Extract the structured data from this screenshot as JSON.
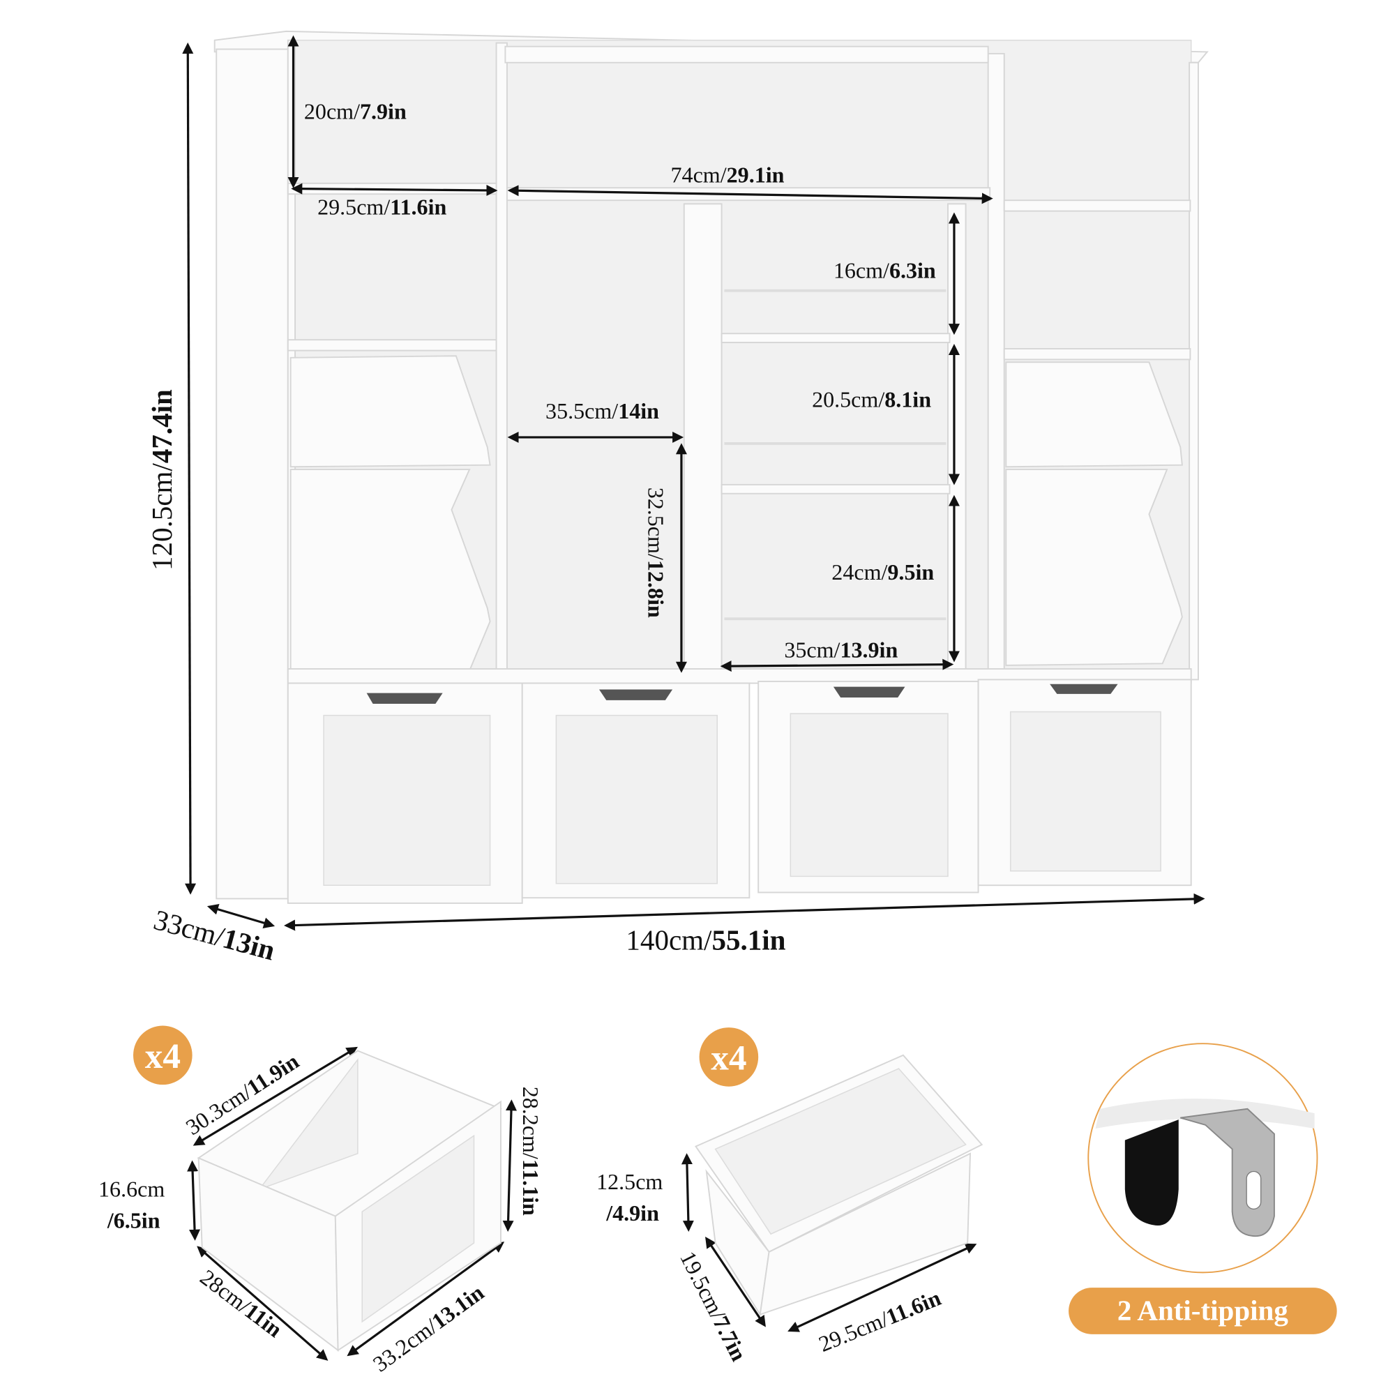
{
  "colors": {
    "accent": "#E8A04A",
    "text": "#111111",
    "furniture": "#FBFBFB"
  },
  "dimensions": {
    "top_cube_height": {
      "cm": "20cm/",
      "in": "7.9in"
    },
    "side_width": {
      "cm": "29.5cm/",
      "in": "11.6in"
    },
    "top_center_width": {
      "cm": "74cm/",
      "in": "29.1in"
    },
    "shelf_1": {
      "cm": "16cm/",
      "in": "6.3in"
    },
    "shelf_2": {
      "cm": "20.5cm/",
      "in": "8.1in"
    },
    "center_left_width": {
      "cm": "35.5cm/",
      "in": "14in"
    },
    "center_left_height": {
      "cm": "32.5cm/",
      "in": "12.8in"
    },
    "shelf_3": {
      "cm": "24cm/",
      "in": "9.5in"
    },
    "center_right_width": {
      "cm": "35cm/",
      "in": "13.9in"
    },
    "total_height": {
      "cm": "120.5cm/",
      "in": "47.4in"
    },
    "depth": {
      "cm": "33cm/",
      "in": "13in"
    },
    "total_width": {
      "cm": "140cm/",
      "in": "55.1in"
    }
  },
  "drawer": {
    "quantity": "x4",
    "top_depth": {
      "cm": "30.3cm/",
      "in": "11.9in"
    },
    "height": {
      "cm": "16.6cm",
      "in": "/6.5in"
    },
    "width": {
      "cm": "28cm/",
      "in": "11in"
    },
    "depth": {
      "cm": "33.2cm/",
      "in": "13.1in"
    },
    "front_height": {
      "cm": "28.2cm/",
      "in": "11.1in"
    }
  },
  "bin": {
    "quantity": "x4",
    "height": {
      "cm": "12.5cm",
      "in": "/4.9in"
    },
    "width": {
      "cm": "19.5cm/",
      "in": "7.7in"
    },
    "length": {
      "cm": "29.5cm/",
      "in": "11.6in"
    }
  },
  "anti_tipping": {
    "label": "2 Anti-tipping"
  }
}
